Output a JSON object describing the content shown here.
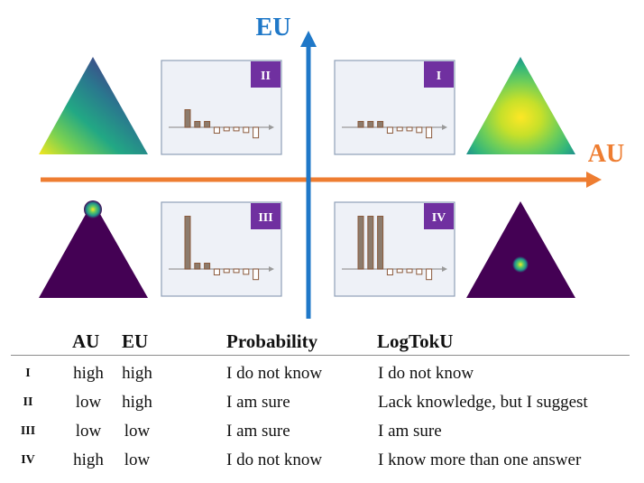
{
  "axes": {
    "eu_label": "EU",
    "au_label": "AU",
    "eu_color": "#1f78c8",
    "au_color": "#ee7d31"
  },
  "quadrants": [
    {
      "id": "II",
      "bars": [
        3,
        1,
        1,
        -1,
        -0.6,
        -0.6,
        -0.9,
        -1.8
      ]
    },
    {
      "id": "I",
      "bars": [
        1,
        1,
        1,
        -1,
        -0.6,
        -0.6,
        -0.9,
        -1.8
      ]
    },
    {
      "id": "III",
      "bars": [
        9,
        1,
        1,
        -1,
        -0.6,
        -0.6,
        -0.9,
        -1.8
      ]
    },
    {
      "id": "IV",
      "bars": [
        9,
        9,
        9,
        -1,
        -0.6,
        -0.6,
        -0.9,
        -1.8
      ]
    }
  ],
  "badge_color": "#7030a0",
  "table": {
    "headers": {
      "au": "AU",
      "eu": "EU",
      "probability": "Probability",
      "logtoku": "LogTokU"
    },
    "rows": [
      {
        "id": "I",
        "au": "high",
        "eu": "high",
        "probability": "I do not know",
        "logtoku": "I do not know"
      },
      {
        "id": "II",
        "au": "low",
        "eu": "high",
        "probability": "I am sure",
        "logtoku": "Lack knowledge, but I suggest"
      },
      {
        "id": "III",
        "au": "low",
        "eu": "low",
        "probability": "I am sure",
        "logtoku": "I am sure"
      },
      {
        "id": "IV",
        "au": "high",
        "eu": "low",
        "probability": "I do not know",
        "logtoku": "I know more than one answer"
      }
    ]
  }
}
